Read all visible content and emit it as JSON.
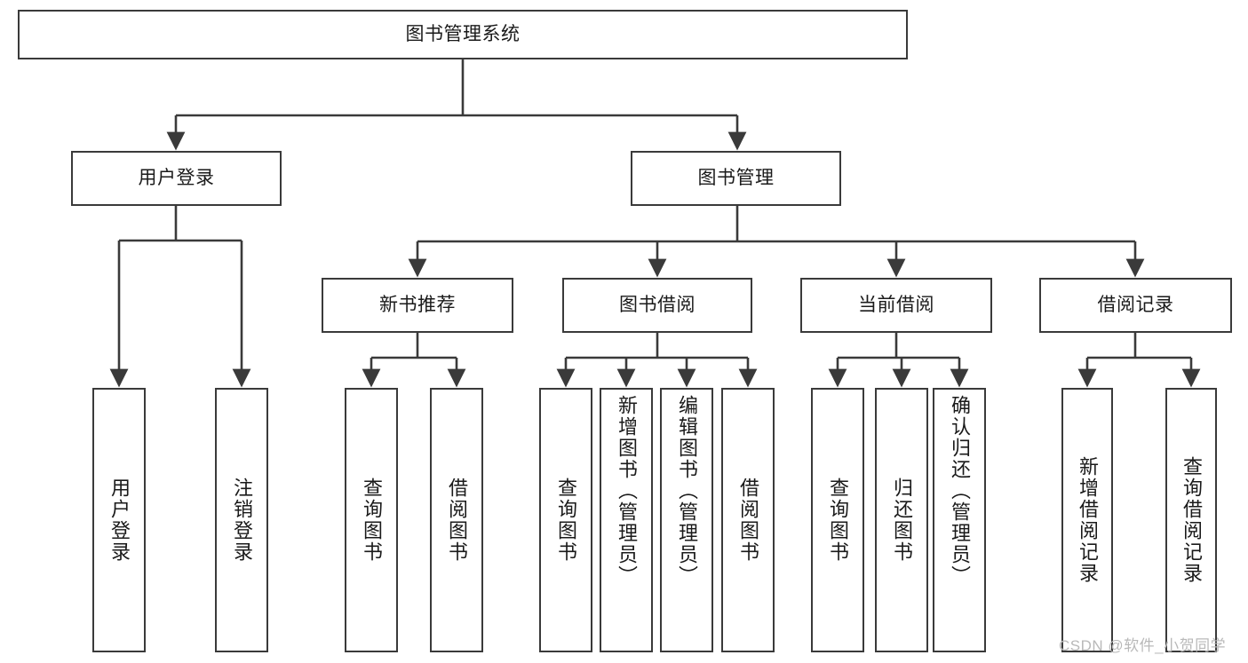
{
  "diagram": {
    "type": "tree",
    "title": "图书管理系统",
    "orientation": "top-down",
    "colors": {
      "box_border": "#3a3a3a",
      "box_fill": "#ffffff",
      "edge": "#3a3a3a",
      "text": "#1a1a1a",
      "watermark": "#b9b9b9"
    },
    "root": {
      "id": "root",
      "label": "图书管理系统",
      "text_orientation": "horizontal"
    },
    "level1": [
      {
        "id": "user-login",
        "label": "用户登录",
        "text_orientation": "horizontal"
      },
      {
        "id": "book-manage",
        "label": "图书管理",
        "text_orientation": "horizontal"
      }
    ],
    "level2": [
      {
        "id": "new-book-recommend",
        "label": "新书推荐",
        "text_orientation": "horizontal",
        "parent": "book-manage"
      },
      {
        "id": "book-borrow",
        "label": "图书借阅",
        "text_orientation": "horizontal",
        "parent": "book-manage"
      },
      {
        "id": "current-borrow",
        "label": "当前借阅",
        "text_orientation": "horizontal",
        "parent": "book-manage"
      },
      {
        "id": "borrow-record",
        "label": "借阅记录",
        "text_orientation": "horizontal",
        "parent": "book-manage"
      }
    ],
    "leaves": [
      {
        "id": "leaf-user-login",
        "label": "用户登录",
        "parent": "user-login",
        "text_orientation": "vertical"
      },
      {
        "id": "leaf-user-logout",
        "label": "注销登录",
        "parent": "user-login",
        "text_orientation": "vertical"
      },
      {
        "id": "leaf-query-book-1",
        "label": "查询图书",
        "parent": "new-book-recommend",
        "text_orientation": "vertical"
      },
      {
        "id": "leaf-borrow-book-1",
        "label": "借阅图书",
        "parent": "new-book-recommend",
        "text_orientation": "vertical"
      },
      {
        "id": "leaf-query-book-2",
        "label": "查询图书",
        "parent": "book-borrow",
        "text_orientation": "vertical"
      },
      {
        "id": "leaf-add-book",
        "label": "新增图书（管理员）",
        "parent": "book-borrow",
        "text_orientation": "vertical"
      },
      {
        "id": "leaf-edit-book",
        "label": "编辑图书（管理员）",
        "parent": "book-borrow",
        "text_orientation": "vertical"
      },
      {
        "id": "leaf-borrow-book-2",
        "label": "借阅图书",
        "parent": "book-borrow",
        "text_orientation": "vertical"
      },
      {
        "id": "leaf-query-book-3",
        "label": "查询图书",
        "parent": "current-borrow",
        "text_orientation": "vertical"
      },
      {
        "id": "leaf-return-book",
        "label": "归还图书",
        "parent": "current-borrow",
        "text_orientation": "vertical"
      },
      {
        "id": "leaf-confirm-return",
        "label": "确认归还（管理员）",
        "parent": "current-borrow",
        "text_orientation": "vertical"
      },
      {
        "id": "leaf-add-record",
        "label": "新增借阅记录",
        "parent": "borrow-record",
        "text_orientation": "vertical"
      },
      {
        "id": "leaf-query-record",
        "label": "查询借阅记录",
        "parent": "borrow-record",
        "text_orientation": "vertical"
      }
    ]
  },
  "watermark": {
    "text": "CSDN @软件_小贺同学"
  }
}
